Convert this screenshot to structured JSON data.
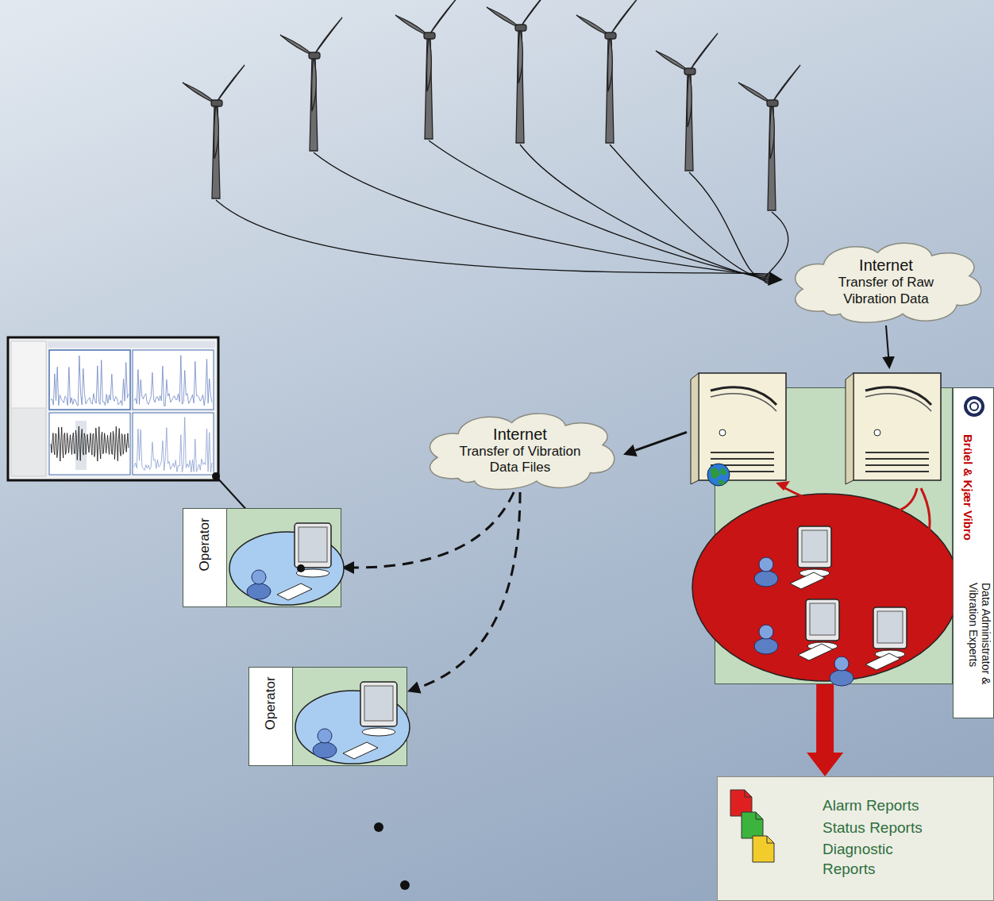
{
  "diagram": {
    "nodes": [
      {
        "text": [
          "Internet",
          "Transfer of Raw Vibration Data"
        ]
      },
      {
        "text": [
          "Brüel & Kjær Vibro",
          "Data Administrator & Vibration Experts"
        ]
      },
      {
        "text": [
          "Internet",
          "Transfer of Vibration Data Files"
        ]
      },
      {
        "text": [
          "Operator"
        ]
      },
      {
        "text": [
          "Operator"
        ]
      },
      {
        "text": [
          "Alarm Reports",
          "Status Reports",
          "Diagnostic Reports"
        ]
      }
    ],
    "edges": [
      {
        "from": 0,
        "to": 1,
        "arrow": "to"
      },
      {
        "from": 1,
        "to": 2,
        "arrow": "to"
      },
      {
        "from": 2,
        "to": 3,
        "arrow": "to"
      },
      {
        "from": 2,
        "to": 4,
        "arrow": "to"
      },
      {
        "from": 1,
        "to": 5,
        "arrow": "to"
      }
    ]
  }
}
